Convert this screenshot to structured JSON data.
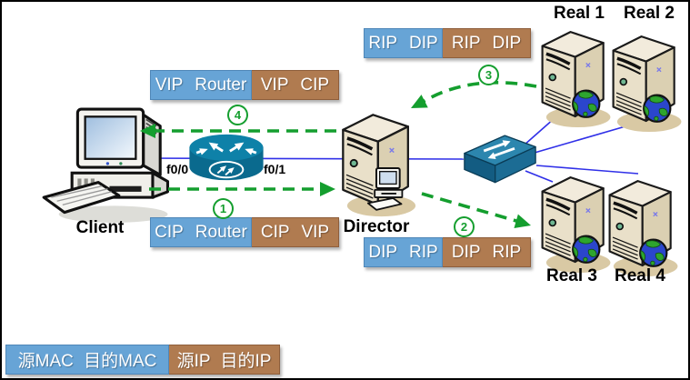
{
  "devices": {
    "client": {
      "label": "Client"
    },
    "router": {
      "port_left": "f0/0",
      "port_right": "f0/1"
    },
    "director": {
      "label": "Director"
    },
    "real_servers": [
      {
        "label": "Real 1"
      },
      {
        "label": "Real 2"
      },
      {
        "label": "Real 3"
      },
      {
        "label": "Real 4"
      }
    ]
  },
  "steps": {
    "step1": "1",
    "step2": "2",
    "step3": "3",
    "step4": "4"
  },
  "packet_labels": {
    "step1": {
      "mac": "CIP Router",
      "ip": "CIP VIP"
    },
    "step2": {
      "mac": "DIP RIP",
      "ip": "DIP RIP"
    },
    "step3": {
      "mac": "RIP DIP",
      "ip": "RIP DIP"
    },
    "step4": {
      "mac": "VIP Router",
      "ip": "VIP CIP"
    }
  },
  "legend": {
    "mac": "源MAC 目的MAC",
    "ip": "源IP 目的IP"
  },
  "colors": {
    "mac_segment_blue": "#67A4D6",
    "ip_segment_brown": "#B07B50",
    "arrow_green": "#149E2E",
    "link_blue": "#3030E8",
    "router_teal": "#0E81A8",
    "switch_teal": "#2C86AE",
    "server_beige": "#E9E0C9"
  }
}
